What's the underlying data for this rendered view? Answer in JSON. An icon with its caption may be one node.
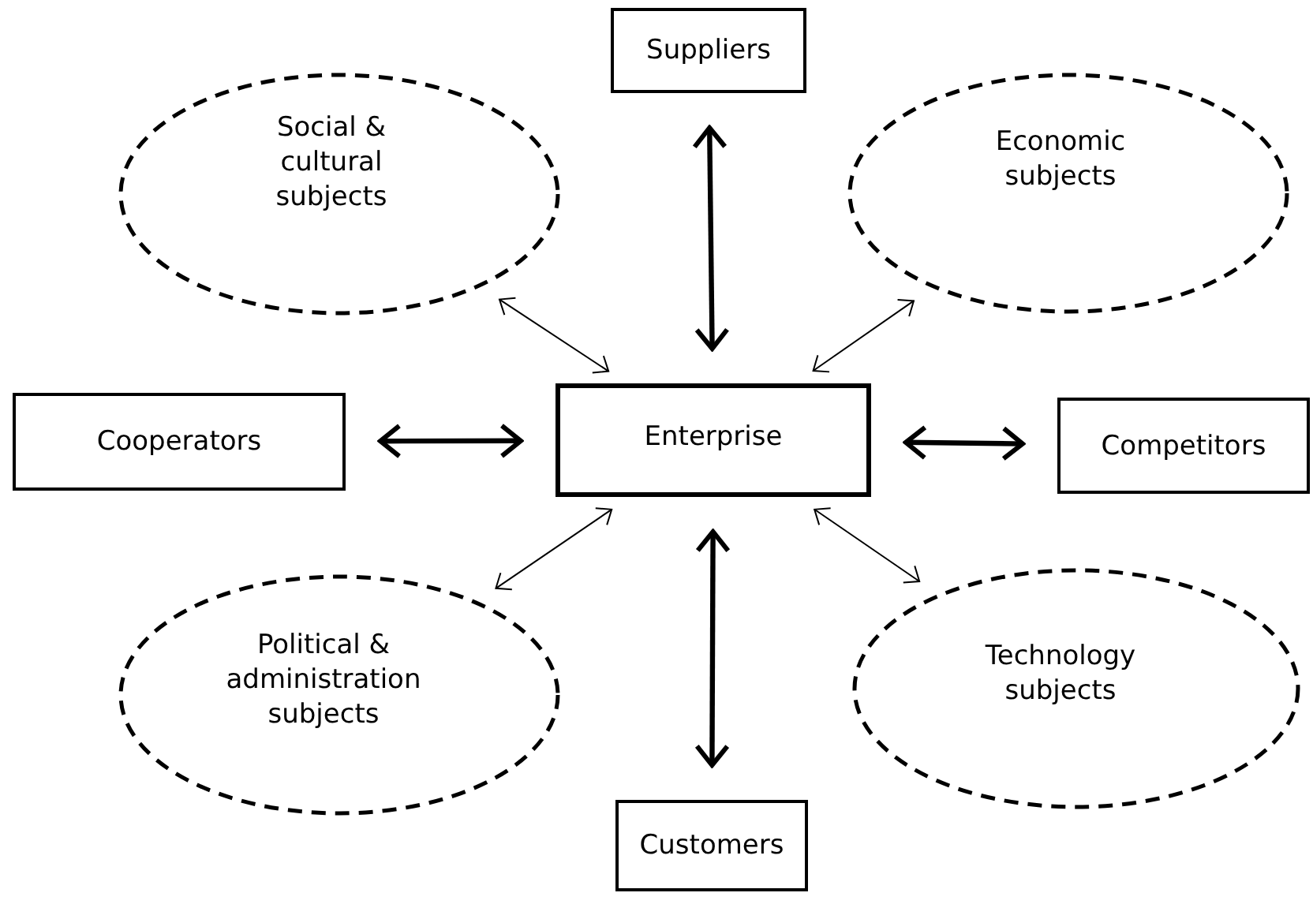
{
  "diagram": {
    "nodes": [
      {
        "text": [
          "Suppliers"
        ]
      },
      {
        "text": [
          "Social & cultural subjects"
        ]
      },
      {
        "text": [
          "Economic subjects"
        ]
      },
      {
        "text": [
          "Cooperators"
        ]
      },
      {
        "text": [
          "Enterprise"
        ]
      },
      {
        "text": [
          "Competitors"
        ]
      },
      {
        "text": [
          "Political & administration subjects"
        ]
      },
      {
        "text": [
          "Technology subjects"
        ]
      },
      {
        "text": [
          "Customers"
        ]
      }
    ],
    "edges": [
      {
        "from": 4,
        "to": 0,
        "arrow": "both",
        "style": "thick"
      },
      {
        "from": 4,
        "to": 1,
        "arrow": "both"
      },
      {
        "from": 4,
        "to": 2,
        "arrow": "both"
      },
      {
        "from": 4,
        "to": 3,
        "arrow": "both",
        "style": "thick"
      },
      {
        "from": 4,
        "to": 5,
        "arrow": "both",
        "style": "thick"
      },
      {
        "from": 4,
        "to": 6,
        "arrow": "both"
      },
      {
        "from": 4,
        "to": 7,
        "arrow": "both"
      },
      {
        "from": 4,
        "to": 8,
        "arrow": "both",
        "style": "thick"
      }
    ]
  }
}
